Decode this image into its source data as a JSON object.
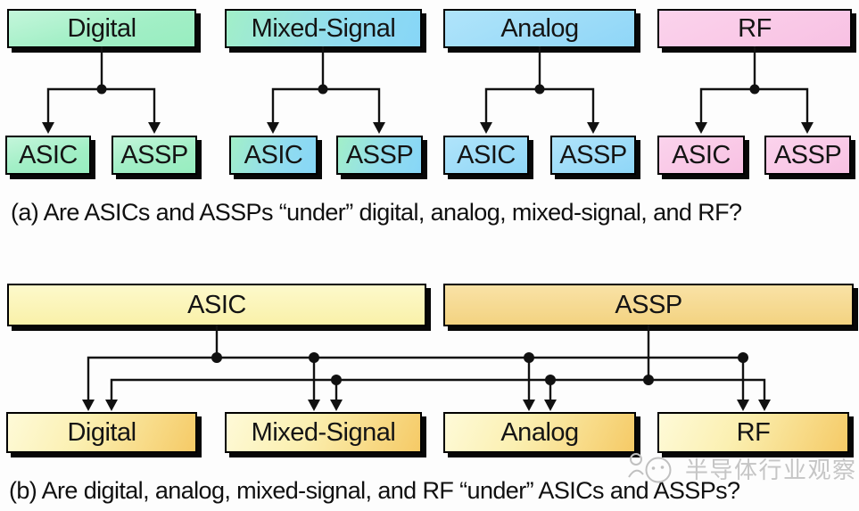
{
  "colors": {
    "digital_green": "#a2efc6",
    "mixed_signal_green_blue": "#8fd9f2",
    "analog_blue": "#97dbf8",
    "rf_pink": "#f9c6e6",
    "asic_pale_yellow": "#fbf5bb",
    "assp_amber": "#f6d88c",
    "child_gold_gradient": "#f5cb69",
    "line_black": "#111111",
    "watermark_gray": "#c5c5c5"
  },
  "section_a": {
    "caption": "(a) Are ASICs and ASSPs “under” digital, analog, mixed-signal, and RF?",
    "groups": [
      {
        "parent": "Digital",
        "children": [
          "ASIC",
          "ASSP"
        ]
      },
      {
        "parent": "Mixed-Signal",
        "children": [
          "ASIC",
          "ASSP"
        ]
      },
      {
        "parent": "Analog",
        "children": [
          "ASIC",
          "ASSP"
        ]
      },
      {
        "parent": "RF",
        "children": [
          "ASIC",
          "ASSP"
        ]
      }
    ]
  },
  "section_b": {
    "caption": "(b) Are digital, analog, mixed-signal, and RF “under” ASICs and ASSPs?",
    "parents": [
      {
        "label": "ASIC"
      },
      {
        "label": "ASSP"
      }
    ],
    "children": [
      {
        "label": "Digital"
      },
      {
        "label": "Mixed-Signal"
      },
      {
        "label": "Analog"
      },
      {
        "label": "RF"
      }
    ]
  },
  "watermark": {
    "text": "半导体行业观察",
    "logo": "mascot-face-icon"
  }
}
